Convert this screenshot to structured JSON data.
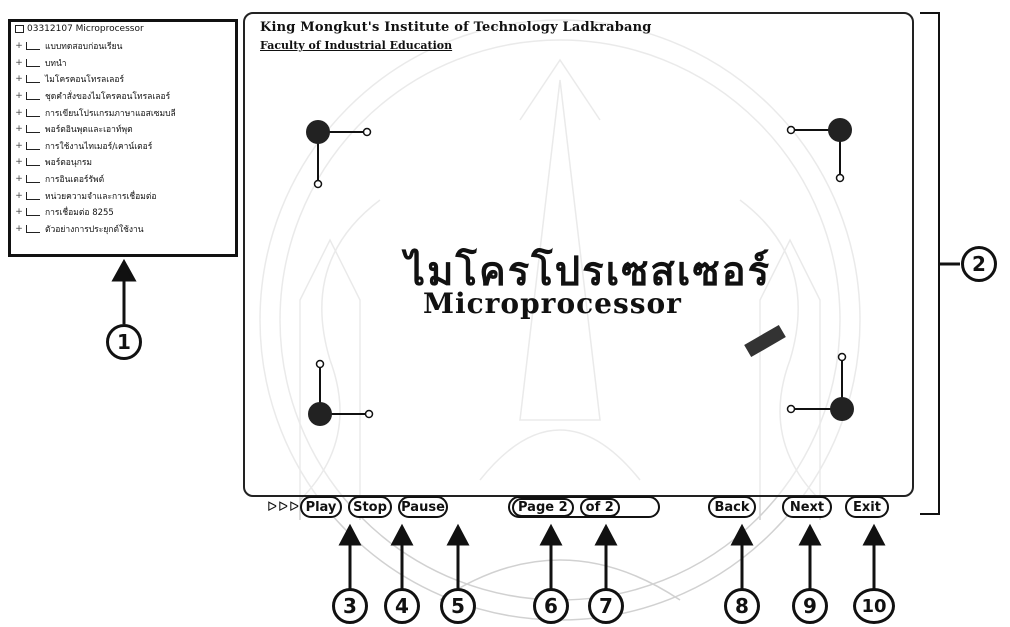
{
  "tree": {
    "root_label": "03312107 Microprocessor",
    "items": [
      {
        "label": "แบบทดสอบก่อนเรียน"
      },
      {
        "label": "บทนำ"
      },
      {
        "label": "ไมโครคอนโทรลเลอร์"
      },
      {
        "label": "ชุดคำสั่งของไมโครคอนโทรลเลอร์"
      },
      {
        "label": "การเขียนโปรแกรมภาษาแอสเซมบลี"
      },
      {
        "label": "พอร์ตอินพุตและเอาท์พุต"
      },
      {
        "label": "การใช้งานไทเมอร์/เคาน์เตอร์"
      },
      {
        "label": "พอร์ตอนุกรม"
      },
      {
        "label": "การอินเตอร์รัพต์"
      },
      {
        "label": "หน่วยความจำและการเชื่อมต่อ"
      },
      {
        "label": "การเชื่อมต่อ 8255"
      },
      {
        "label": "ตัวอย่างการประยุกต์ใช้งาน"
      }
    ]
  },
  "content": {
    "institute": "King Mongkut's Institute of Technology Ladkrabang",
    "faculty": "Faculty of Industrial Education",
    "title_thai": "ไมโครโปรเซสเซอร์",
    "title_en": "Microprocessor"
  },
  "controls": {
    "arrows": "ᐅᐅᐅ",
    "play": "Play",
    "stop": "Stop",
    "pause": "Pause",
    "page": "Page 2",
    "of": "of 2",
    "back": "Back",
    "next": "Next",
    "exit": "Exit"
  },
  "callouts": [
    "1",
    "2",
    "3",
    "4",
    "5",
    "6",
    "7",
    "8",
    "9",
    "10"
  ]
}
